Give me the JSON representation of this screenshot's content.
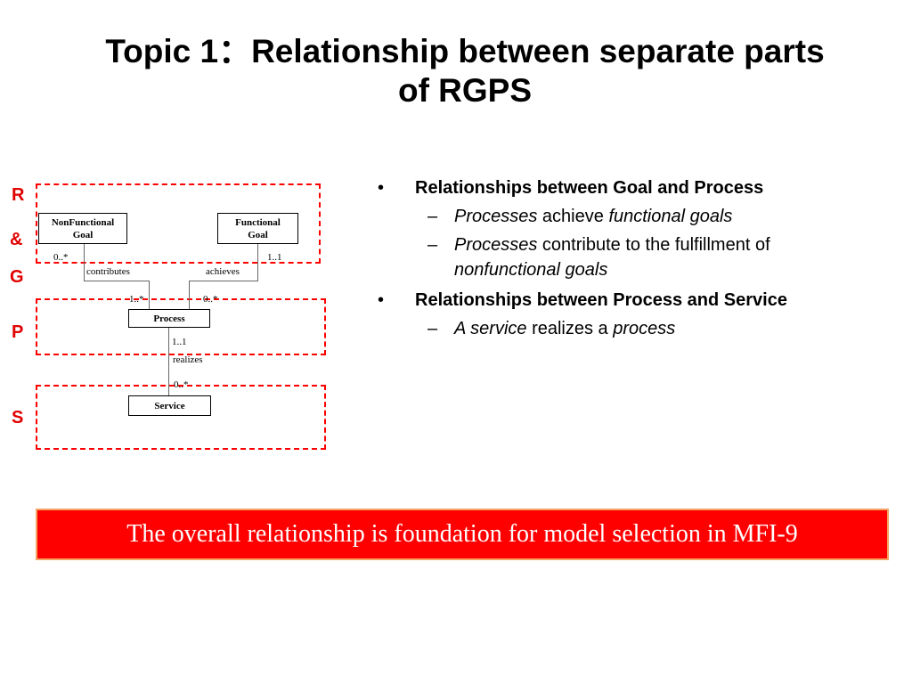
{
  "title": {
    "line1": "Topic 1：Relationship between separate parts",
    "line2": "of  RGPS"
  },
  "side_labels": {
    "r": "R",
    "amp": "&",
    "g": "G",
    "p": "P",
    "s": "S"
  },
  "diagram": {
    "nonfunctional_line1": "NonFunctional",
    "nonfunctional_line2": "Goal",
    "functional_line1": "Functional",
    "functional_line2": "Goal",
    "process": "Process",
    "service": "Service",
    "mult_nf": "0..*",
    "mult_f": "1..1",
    "contributes": "contributes",
    "achieves": "achieves",
    "mult_p_left": "1..*",
    "mult_p_right": "0..*",
    "mult_p_bottom": "1..1",
    "realizes": "realizes",
    "mult_s_top": "0..*"
  },
  "bullets": [
    {
      "heading": "Relationships between Goal and Process",
      "subs": [
        {
          "parts": [
            [
              "Processes",
              true
            ],
            [
              " achieve ",
              false
            ],
            [
              "functional goals",
              true
            ]
          ]
        },
        {
          "parts": [
            [
              "Processes",
              true
            ],
            [
              " contribute to the fulfillment of ",
              false
            ],
            [
              "nonfunctional goals",
              true
            ]
          ]
        }
      ]
    },
    {
      "heading": "Relationships between Process and Service",
      "subs": [
        {
          "parts": [
            [
              "A service",
              true
            ],
            [
              " realizes a ",
              false
            ],
            [
              "process",
              true
            ]
          ]
        }
      ]
    }
  ],
  "bullet_marks": {
    "bullet": "•",
    "dash": "–"
  },
  "banner": "The overall  relationship is foundation for model selection in MFI-9",
  "colors": {
    "dashed": "#ff0000",
    "label": "#e00000",
    "banner_bg": "#ff0000",
    "banner_border": "#f4a460"
  }
}
